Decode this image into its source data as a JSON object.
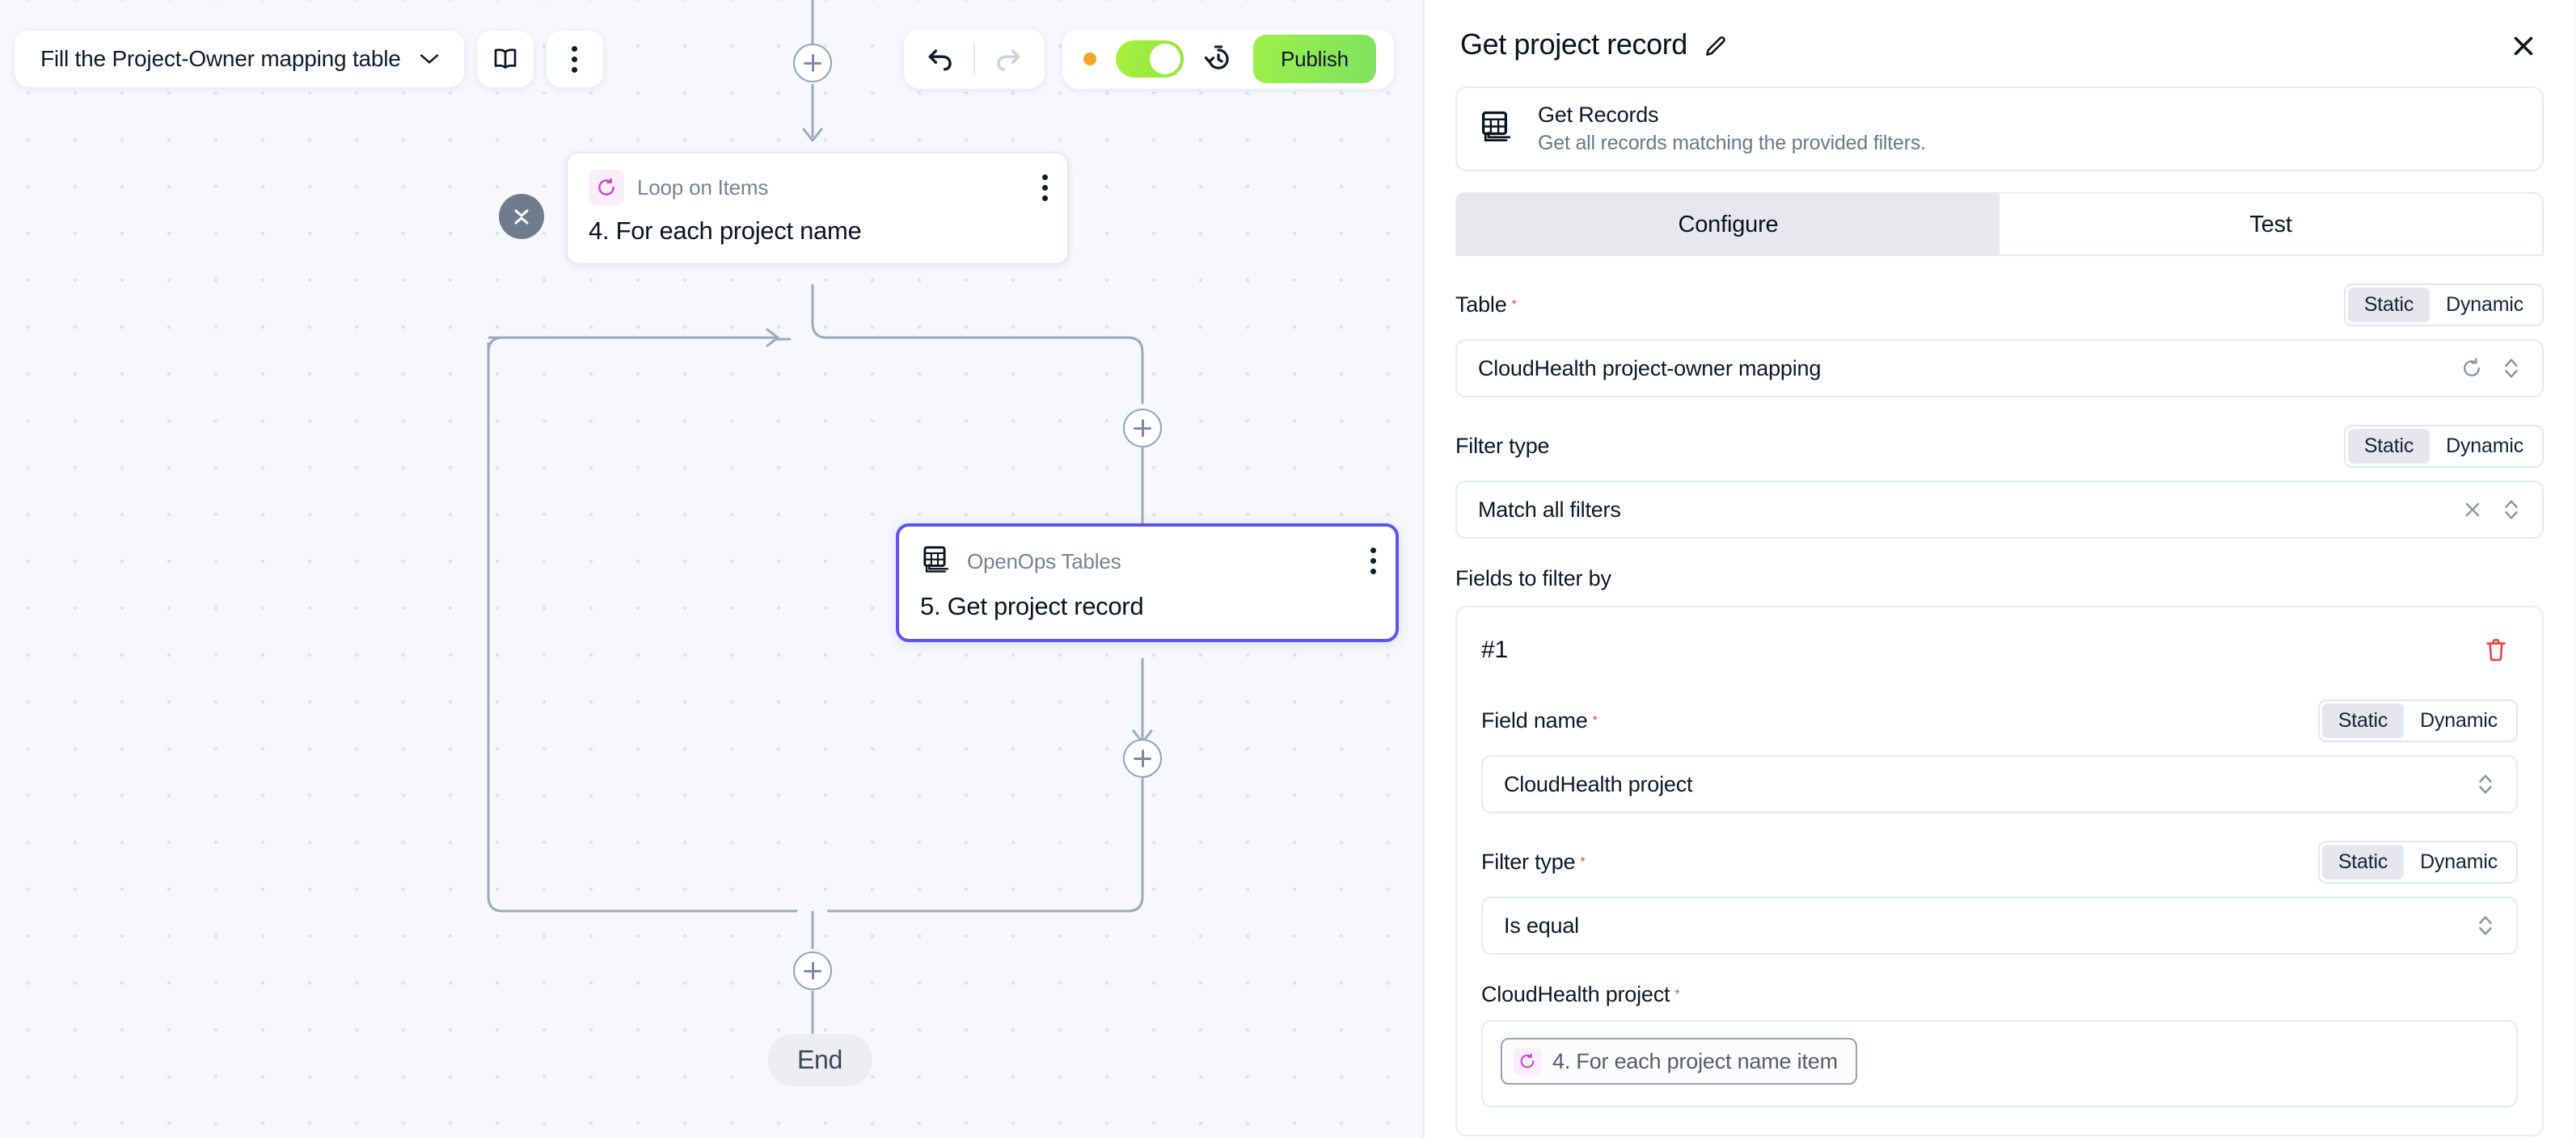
{
  "toolbar": {
    "workflow_name": "Fill the Project-Owner mapping table",
    "chevron_icon": "chevron-down-icon",
    "docs_icon": "book-icon",
    "more_icon": "kebab-menu-icon",
    "undo_icon": "undo-arrow-icon",
    "redo_icon": "redo-arrow-icon",
    "status_dot_color": "#f5a623",
    "enabled_toggle_on": true,
    "history_icon": "run-history-icon",
    "publish_label": "Publish"
  },
  "canvas": {
    "nodes": [
      {
        "kind": "Loop on Items",
        "title": "4. For each project name",
        "icon": "loop-icon",
        "selected": false,
        "collapse_icon": "collapse-chevrons-icon"
      },
      {
        "kind": "OpenOps Tables",
        "title": "5. Get project record",
        "icon": "tables-records-icon",
        "selected": true
      }
    ],
    "end_label": "End",
    "add_step_icon": "plus-icon"
  },
  "panel": {
    "title": "Get project record",
    "edit_icon": "pencil-icon",
    "close_icon": "close-icon",
    "info": {
      "icon": "tables-records-icon",
      "title": "Get Records",
      "subtitle": "Get all records matching the provided filters."
    },
    "tabs": [
      {
        "label": "Configure",
        "active": true
      },
      {
        "label": "Test",
        "active": false
      }
    ],
    "segmented_options": {
      "static": "Static",
      "dynamic": "Dynamic"
    },
    "fields": {
      "table": {
        "label": "Table",
        "required": true,
        "mode": "Static",
        "value": "CloudHealth project-owner mapping",
        "refresh_icon": "refresh-icon",
        "chevrons_icon": "chevrons-up-down-icon"
      },
      "filter_type_top": {
        "label": "Filter type",
        "required": false,
        "mode": "Static",
        "value": "Match all filters",
        "clear_icon": "clear-x-icon",
        "chevrons_icon": "chevrons-up-down-icon"
      },
      "fields_to_filter_by_label": "Fields to filter by",
      "filter_card": {
        "number": "#1",
        "delete_icon": "trash-icon",
        "delete_color": "#ef4444",
        "field_name": {
          "label": "Field name",
          "required": true,
          "mode": "Static",
          "value": "CloudHealth project",
          "chevrons_icon": "chevrons-up-down-icon"
        },
        "filter_type": {
          "label": "Filter type",
          "required": true,
          "mode": "Static",
          "value": "Is equal",
          "chevrons_icon": "chevrons-up-down-icon"
        },
        "value_field": {
          "label": "CloudHealth project",
          "required": true,
          "chip_icon": "loop-icon",
          "chip_text": "4. For each project name item"
        }
      }
    }
  },
  "colors": {
    "accent_selected_node": "#6054e8",
    "publish_green": "#9cf04a",
    "required_red": "#e8453c",
    "loop_pink": "#c546c5"
  }
}
